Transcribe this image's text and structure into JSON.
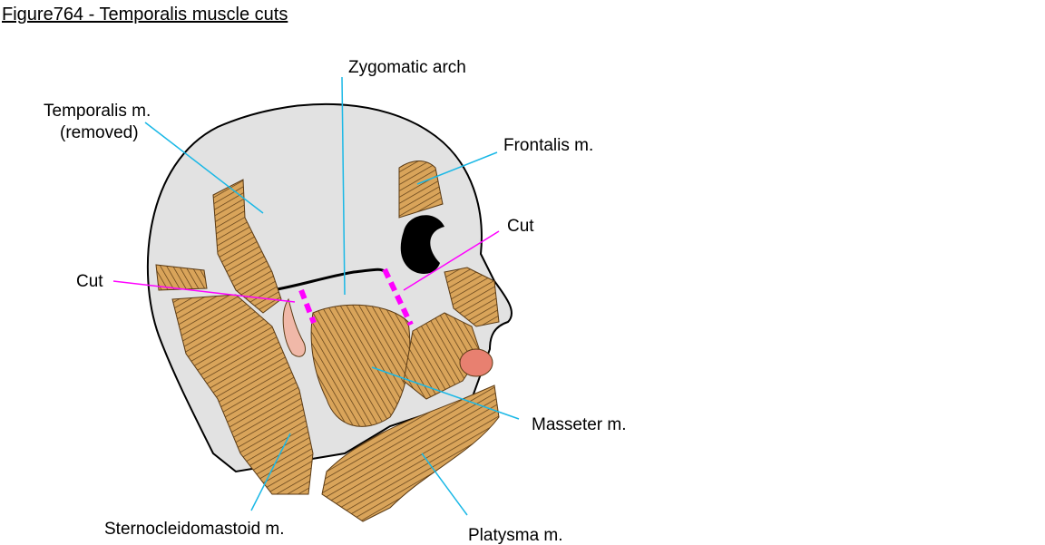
{
  "title": "Figure764 - Temporalis muscle cuts",
  "labels": {
    "zygomatic": "Zygomatic arch",
    "temporalis_1": "Temporalis m.",
    "temporalis_2": "(removed)",
    "frontalis": "Frontalis m.",
    "cut_right": "Cut",
    "cut_left": "Cut",
    "masseter": "Masseter m.",
    "sternocleidomastoid": "Sternocleidomastoid m.",
    "platysma": "Platysma m."
  },
  "colors": {
    "leader": "#1ab8e6",
    "cut": "#ff00ff",
    "muscle": "#d9a45a",
    "skull": "#e2e2e2"
  }
}
